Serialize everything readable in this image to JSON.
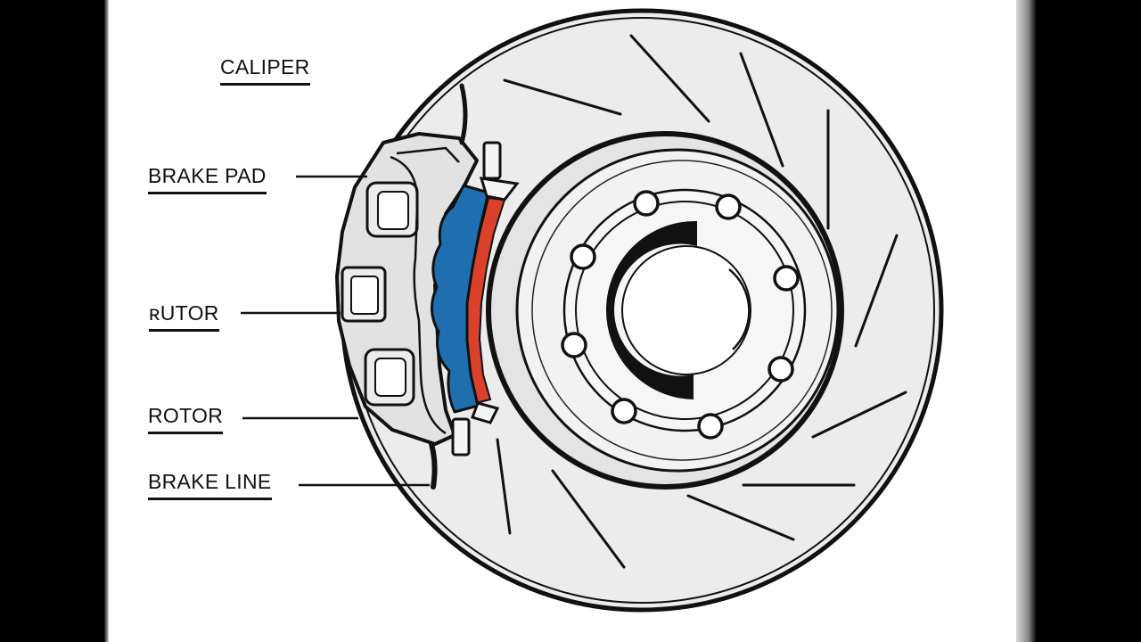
{
  "labels": {
    "caliper": "CALIPER",
    "brake_pad": "BRAKE PAD",
    "rutor": "ʀUTOR",
    "rotor": "ROTOR",
    "brake_line": "BRAKE LINE"
  },
  "colors": {
    "background": "#000000",
    "panel": "#ffffff",
    "rotor_face": "#ececec",
    "line": "#111111",
    "brake_pad": "#1f6fb0",
    "pad_backing": "#d9412b"
  }
}
